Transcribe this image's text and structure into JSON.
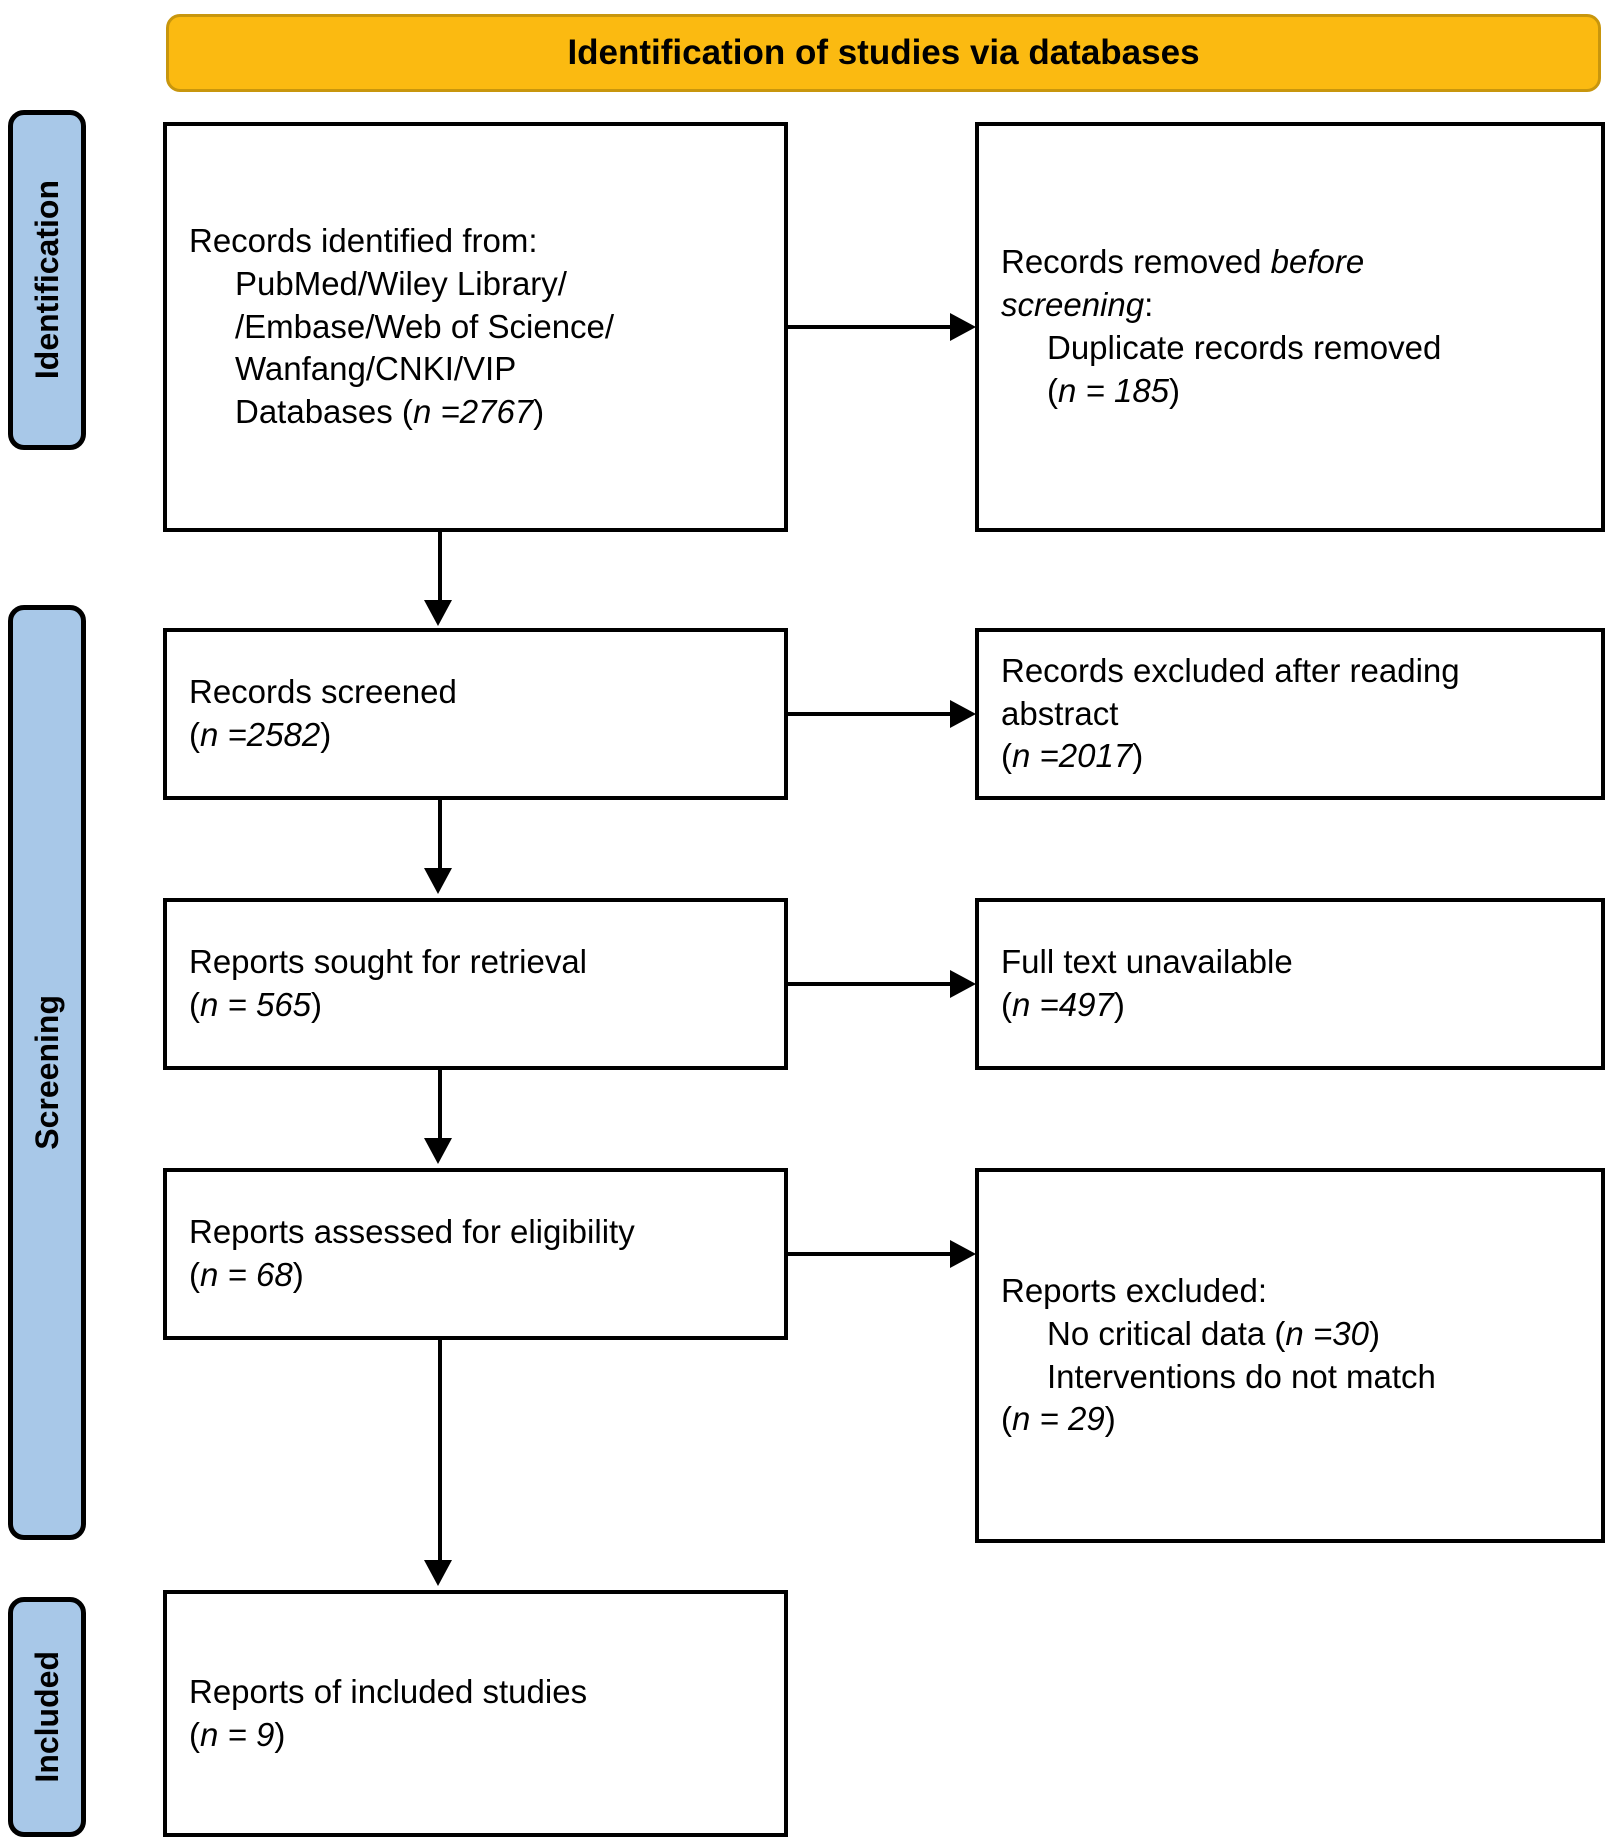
{
  "diagram": {
    "title": "Identification of studies via databases",
    "type": "PRISMA flow diagram",
    "colors": {
      "banner_fill": "#FBBA11",
      "banner_border": "#C8960D",
      "phase_fill": "#A8C8E8",
      "box_border": "#000000",
      "box_fill": "#FFFFFF"
    }
  },
  "phases": [
    {
      "id": "identification",
      "label": "Identification"
    },
    {
      "id": "screening",
      "label": "Screening"
    },
    {
      "id": "included",
      "label": "Included"
    }
  ],
  "boxes": {
    "records_identified": {
      "id": "records-identified",
      "lines": [
        {
          "text": "Records identified from:",
          "indent": false,
          "italic_n": false
        },
        {
          "text": "PubMed/Wiley Library/",
          "indent": true,
          "italic_n": false
        },
        {
          "text": "/Embase/Web of Science/",
          "indent": true,
          "italic_n": false
        },
        {
          "text": "Wanfang/CNKI/VIP",
          "indent": true,
          "italic_n": false
        },
        {
          "text": "Databases (",
          "suffix": ")",
          "n_label": "n",
          "n_value": " =2767",
          "indent": true,
          "italic_n": true
        }
      ],
      "n_value": 2767
    },
    "records_removed": {
      "id": "records-removed-before-screening",
      "heading": "Records removed ",
      "heading_italic": "before",
      "heading_italic2": "screening",
      "heading_colon": ":",
      "detail": "Duplicate records removed",
      "n_label": "n",
      "n_text": " = 185",
      "n_value": 185
    },
    "records_screened": {
      "id": "records-screened",
      "title": "Records screened",
      "n_label": "n",
      "n_text": " =2582",
      "n_value": 2582
    },
    "records_excluded": {
      "id": "records-excluded-after-reading-abstract",
      "title_line1": "Records excluded after reading",
      "title_line2": "abstract",
      "n_label": "n",
      "n_text": " =2017",
      "n_value": 2017
    },
    "reports_sought": {
      "id": "reports-sought-for-retrieval",
      "title": "Reports sought for retrieval",
      "n_label": "n",
      "n_text": " = 565",
      "n_value": 565
    },
    "full_text_unavailable": {
      "id": "full-text-unavailable",
      "title": "Full text unavailable",
      "n_label": "n",
      "n_text": " =497",
      "n_value": 497
    },
    "reports_assessed": {
      "id": "reports-assessed-for-eligibility",
      "title": "Reports assessed for eligibility",
      "n_label": "n",
      "n_text": " = 68",
      "n_value": 68
    },
    "reports_excluded": {
      "id": "reports-excluded",
      "heading": "Reports excluded:",
      "reason1_text": "No critical data (",
      "reason1_n_label": "n",
      "reason1_n_text": " =30",
      "reason1_close": ")",
      "reason1_value": 30,
      "reason2_text": "Interventions do not match",
      "reason2_n_label": "n",
      "reason2_n_text": " = 29",
      "reason2_value": 29
    },
    "reports_included": {
      "id": "reports-of-included-studies",
      "title": "Reports of included studies",
      "n_label": "n",
      "n_text": " = 9",
      "n_value": 9
    }
  }
}
